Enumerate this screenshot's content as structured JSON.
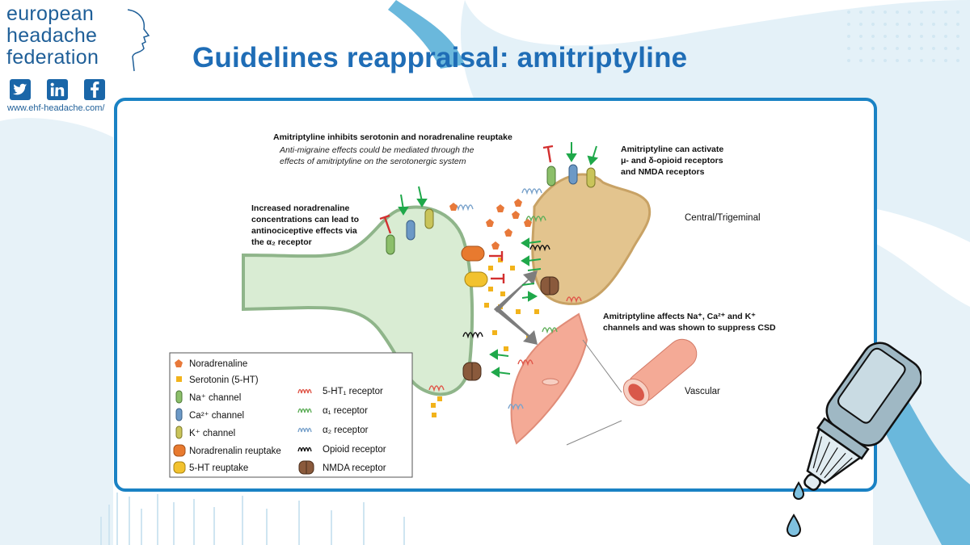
{
  "brand": {
    "line1": "european",
    "line2": "headache",
    "line3": "federation",
    "url": "www.ehf-headache.com/",
    "social_icons": [
      "twitter-icon",
      "linkedin-icon",
      "facebook-icon"
    ]
  },
  "title": "Guidelines reappraisal: amitriptyline",
  "colors": {
    "title": "#1f6db6",
    "frame": "#1a82c4",
    "background_accent": "#dbeef6"
  },
  "diagram": {
    "top_heading": "Amitriptyline inhibits serotonin and noradrenaline reuptake",
    "top_sub1": "Anti-migraine effects could be mediated through the",
    "top_sub2": "effects of amitriptyline on the serotonergic system",
    "left_note1": "Increased noradrenaline",
    "left_note2": "concentrations can lead to",
    "left_note3": "antinociceptive effects via",
    "left_note4": "the α₂ receptor",
    "right_note1": "Amitriptyline can activate",
    "right_note2": "μ- and δ-opioid receptors",
    "right_note3": "and NMDA receptors",
    "channels_note1": "Amitriptyline affects Na⁺, Ca²⁺ and K⁺",
    "channels_note2": "channels and was shown to suppress CSD",
    "central_label": "Central/Trigeminal",
    "vascular_label": "Vascular"
  },
  "legend": {
    "noradrenaline": "Noradrenaline",
    "serotonin": "Serotonin (5-HT)",
    "na_channel": "Na⁺ channel",
    "ca_channel": "Ca²⁺ channel",
    "k_channel": "K⁺ channel",
    "na_reuptake": "Noradrenalin reuptake",
    "ht_reuptake": "5-HT reuptake",
    "ht1_receptor": "5-HT₁ receptor",
    "a1_receptor": "α₁ receptor",
    "a2_receptor": "α₂ receptor",
    "opioid_receptor": "Opioid receptor",
    "nmda_receptor": "NMDA receptor"
  }
}
